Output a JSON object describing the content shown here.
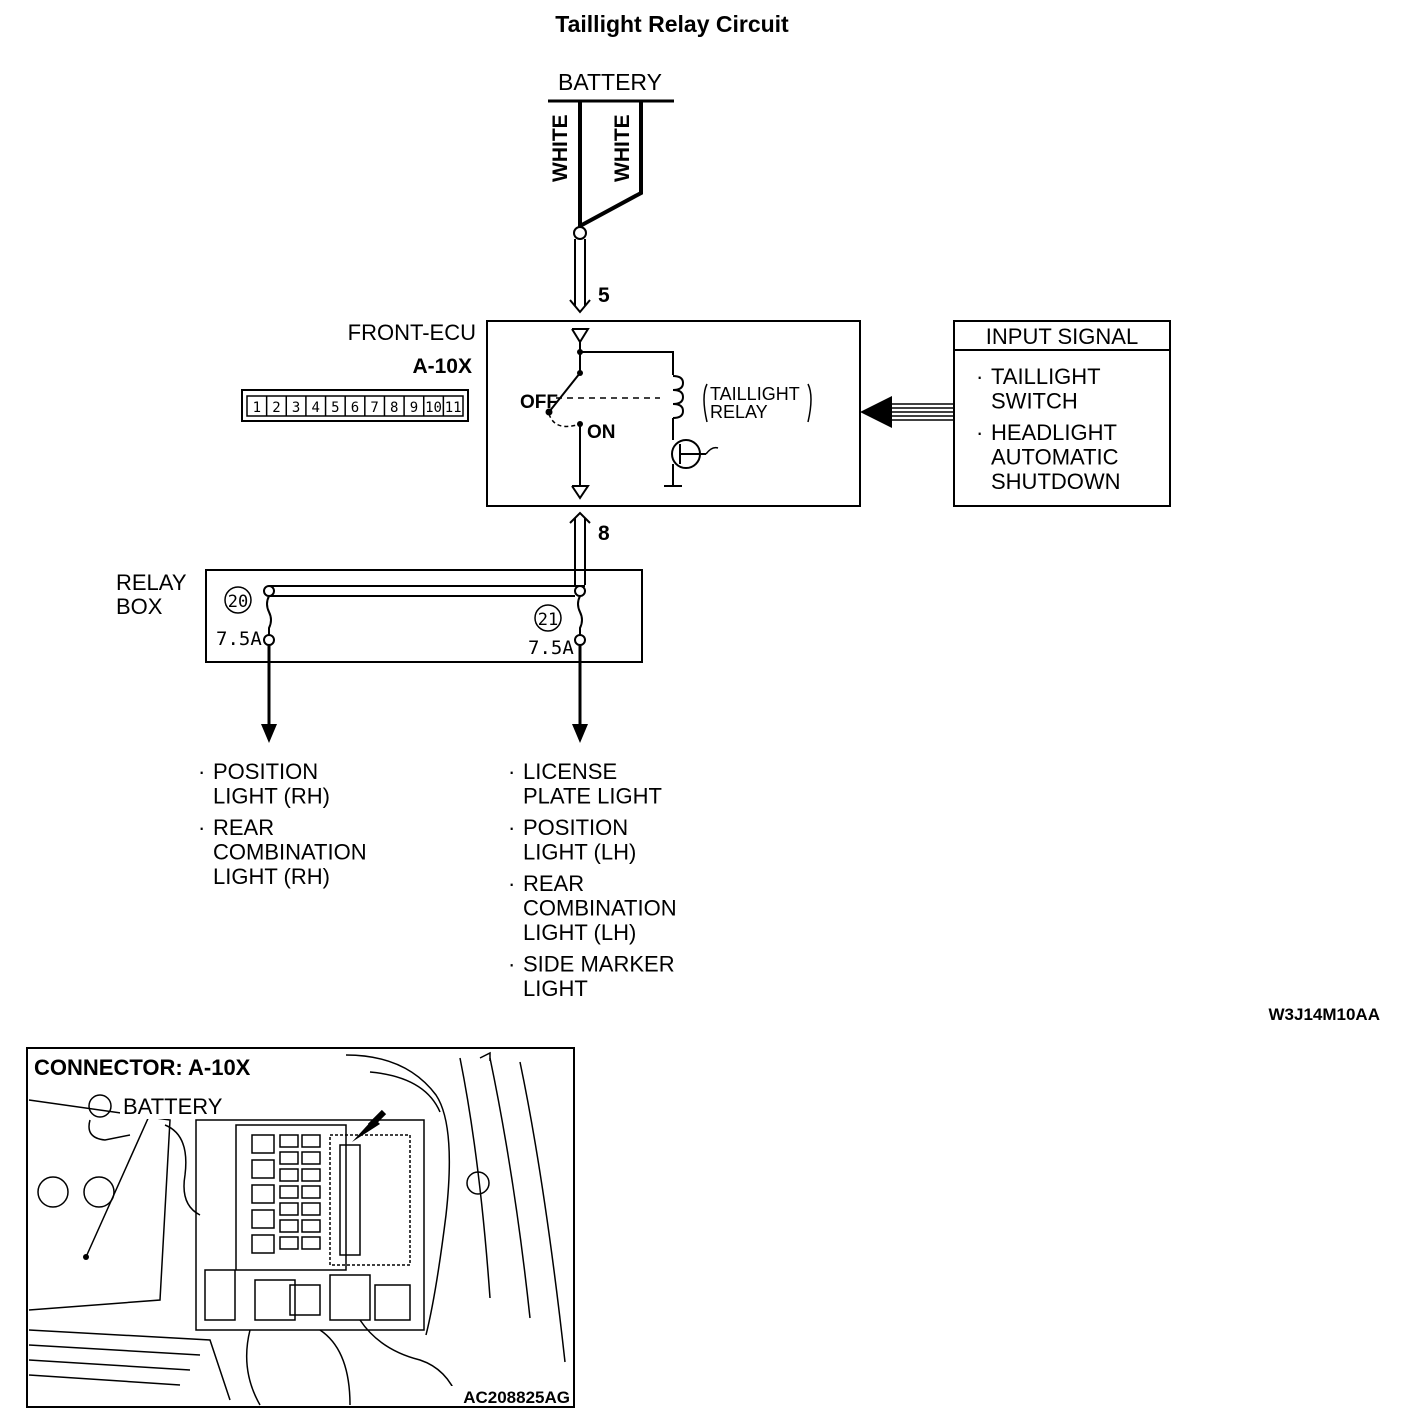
{
  "title": "Taillight Relay Circuit",
  "battery_label": "BATTERY",
  "wire_colors": [
    "WHITE",
    "WHITE"
  ],
  "ecu": {
    "name": "FRONT-ECU",
    "connector": "A-10X",
    "pin_in": "5",
    "pin_out": "8",
    "pins": [
      "1",
      "2",
      "3",
      "4",
      "5",
      "6",
      "7",
      "8",
      "9",
      "10",
      "11"
    ],
    "switch_off": "OFF",
    "switch_on": "ON",
    "relay_label_1": "TAILLIGHT",
    "relay_label_2": "RELAY"
  },
  "input_signal": {
    "title": "INPUT SIGNAL",
    "items": [
      {
        "bullet": "·",
        "lines": [
          "TAILLIGHT",
          "SWITCH"
        ]
      },
      {
        "bullet": "·",
        "lines": [
          "HEADLIGHT",
          "AUTOMATIC",
          "SHUTDOWN"
        ]
      }
    ]
  },
  "relay_box": {
    "label_1": "RELAY",
    "label_2": "BOX",
    "fuses": [
      {
        "number": "20",
        "rating": "7.5A"
      },
      {
        "number": "21",
        "rating": "7.5A"
      }
    ]
  },
  "loads_left": [
    {
      "bullet": "·",
      "lines": [
        "POSITION",
        "LIGHT (RH)"
      ]
    },
    {
      "bullet": "·",
      "lines": [
        "REAR",
        "COMBINATION",
        "LIGHT (RH)"
      ]
    }
  ],
  "loads_right": [
    {
      "bullet": "·",
      "lines": [
        "LICENSE",
        "PLATE LIGHT"
      ]
    },
    {
      "bullet": "·",
      "lines": [
        "POSITION",
        "LIGHT (LH)"
      ]
    },
    {
      "bullet": "·",
      "lines": [
        "REAR",
        "COMBINATION",
        "LIGHT (LH)"
      ]
    },
    {
      "bullet": "·",
      "lines": [
        "SIDE MARKER",
        "LIGHT"
      ]
    }
  ],
  "diagram_code": "W3J14M10AA",
  "connector_view": {
    "title": "CONNECTOR: A-10X",
    "battery_label": "BATTERY",
    "image_code": "AC208825AG"
  }
}
